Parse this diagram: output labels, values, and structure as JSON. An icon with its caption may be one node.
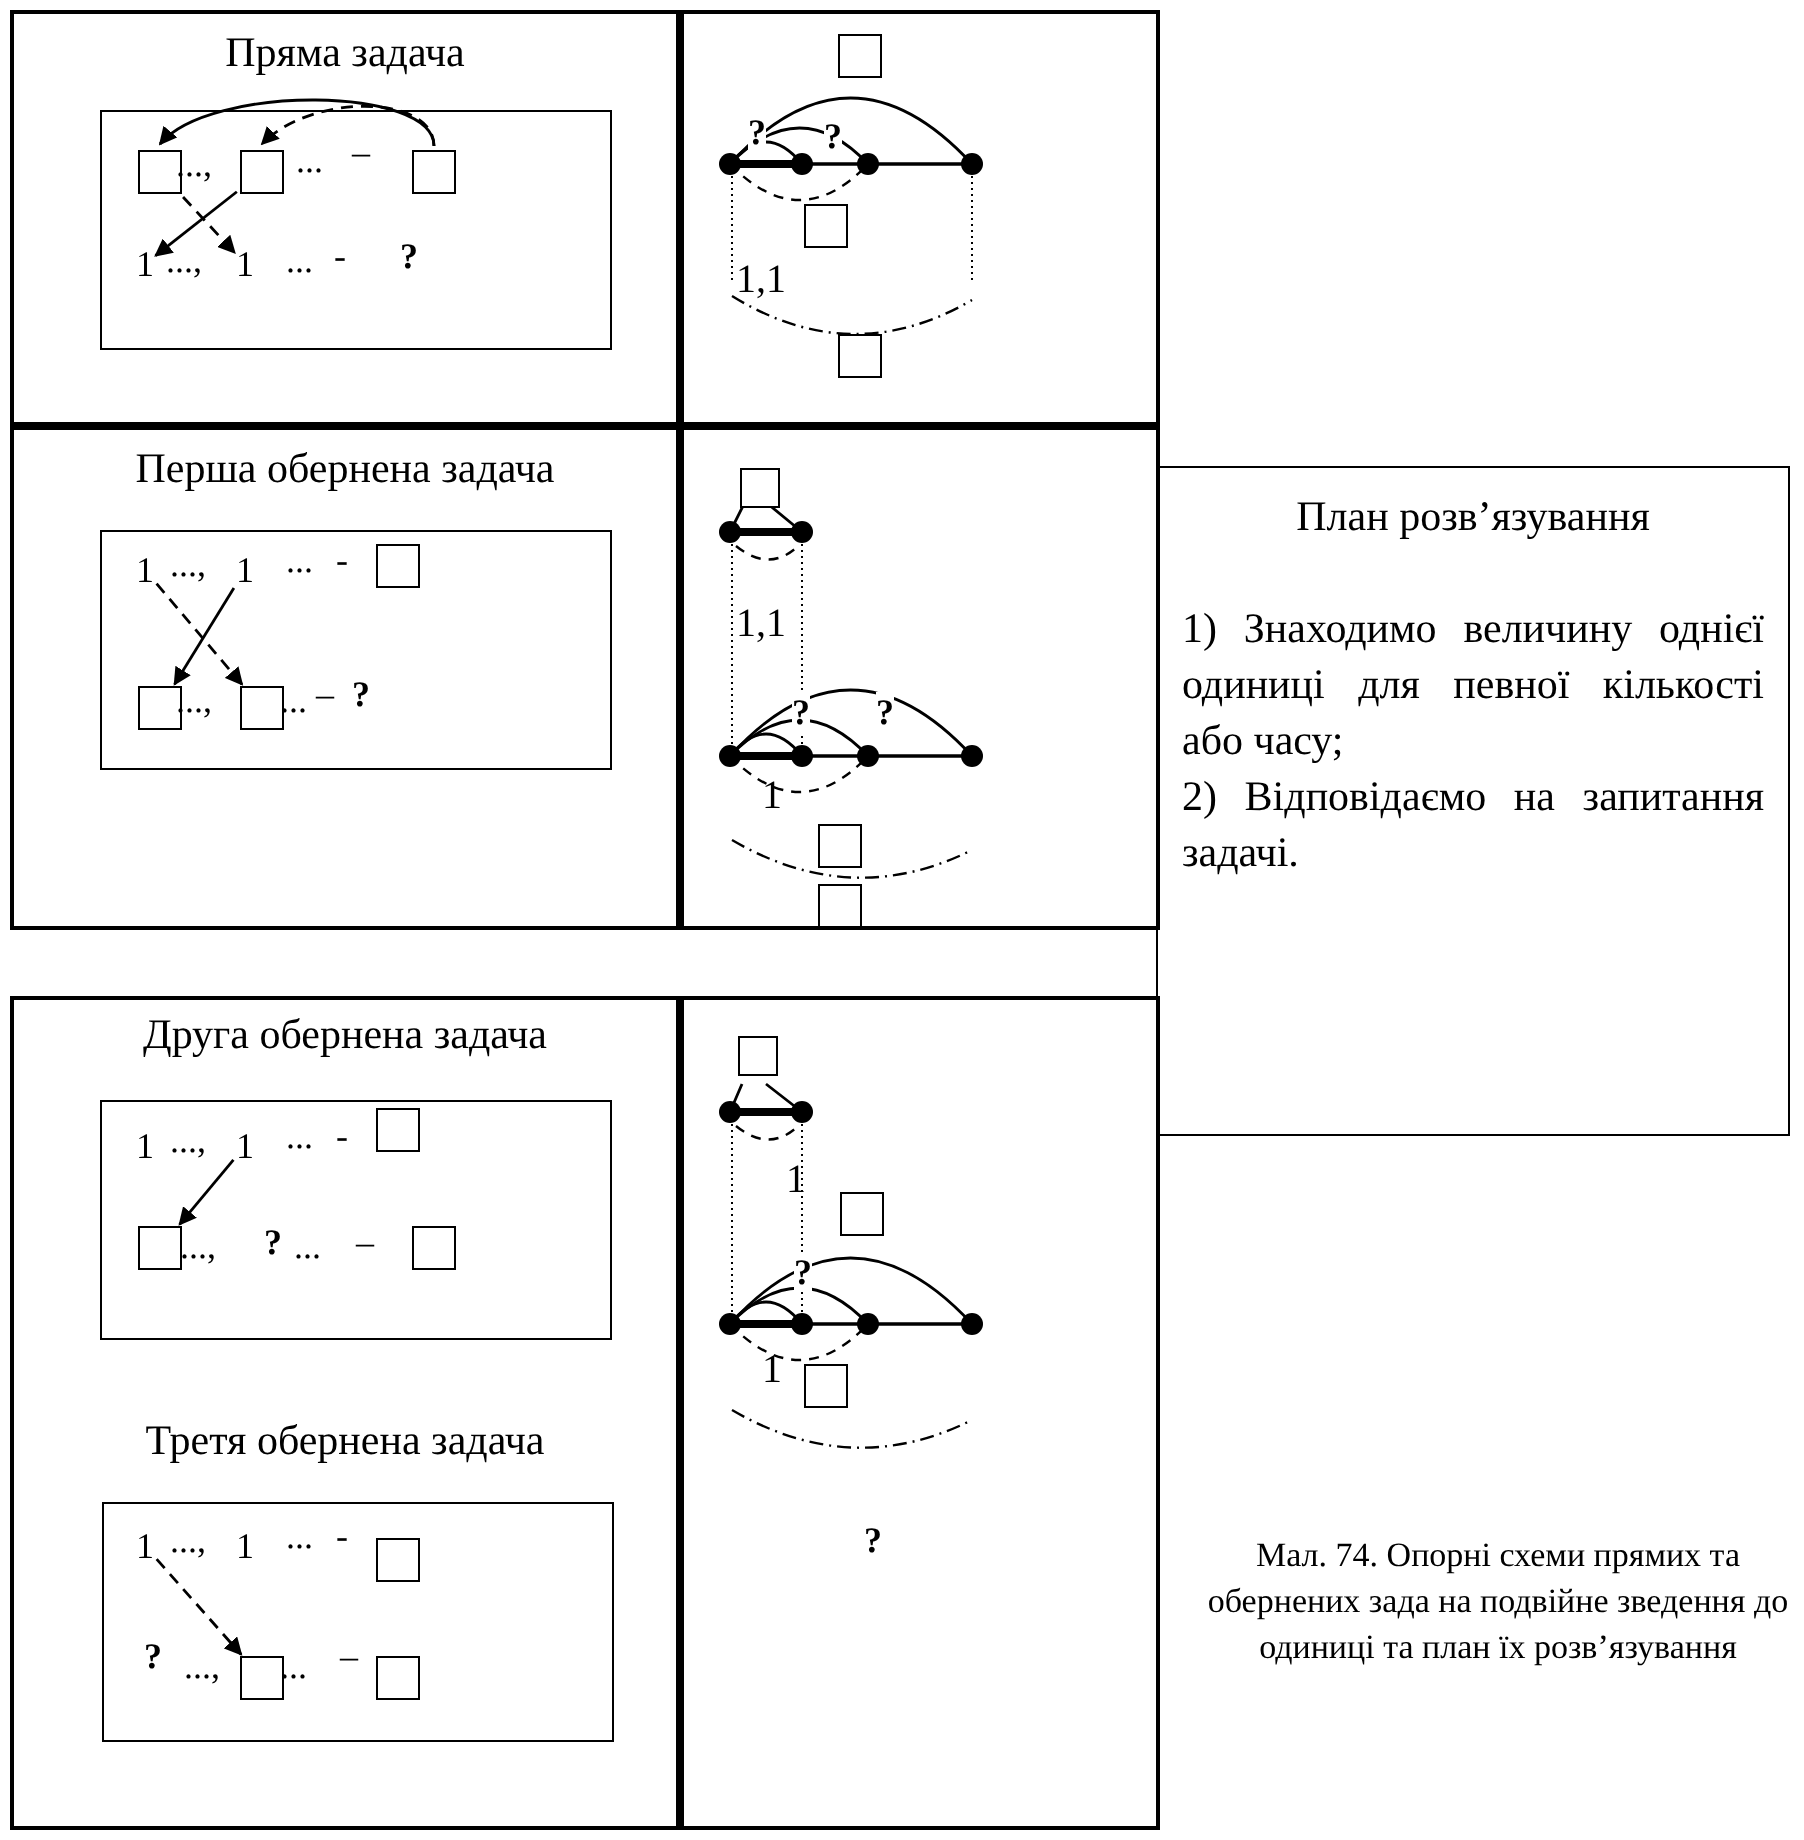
{
  "diagram": {
    "caption": "Мал. 74. Опорні схеми прямих та обернених зада на подвійне зведення до одиниці та план їх розв’язування",
    "nodes": [
      {
        "text": [
          "Пряма задача"
        ]
      },
      {
        "text": [],
        "shape": "box",
        "in": 0
      },
      {
        "text": [],
        "shape": "box",
        "in": 1
      },
      {
        "text": [],
        "shape": "box",
        "in": 1
      },
      {
        "text": [],
        "shape": "box",
        "in": 1
      },
      {
        "text": [
          "1"
        ],
        "in": 1
      },
      {
        "text": [
          "1"
        ],
        "in": 1
      },
      {
        "text": [],
        "shape": "box"
      },
      {
        "text": [],
        "shape": "box",
        "in": 7
      },
      {
        "text": [],
        "shape": "box",
        "in": 7
      },
      {
        "text": [],
        "shape": "box",
        "in": 7
      },
      {
        "text": [
          "Перша обернена задача"
        ]
      },
      {
        "text": [],
        "shape": "box",
        "in": 11
      },
      {
        "text": [
          "1"
        ],
        "in": 12
      },
      {
        "text": [
          "1"
        ],
        "in": 12
      },
      {
        "text": [],
        "shape": "box",
        "in": 12
      },
      {
        "text": [],
        "shape": "box",
        "in": 12
      },
      {
        "text": [],
        "shape": "box",
        "in": 12
      },
      {
        "text": [],
        "shape": "box"
      },
      {
        "text": [],
        "shape": "box",
        "in": 18
      },
      {
        "text": [],
        "shape": "box",
        "in": 18
      },
      {
        "text": [],
        "shape": "box",
        "in": 18
      },
      {
        "text": [
          "План розв’язування",
          "1) Знаходимо величину однієї одиниці для певної кількості або часу;",
          "2) Відповідаємо на запитання задачі."
        ]
      },
      {
        "text": [
          "Друга обернена задача",
          "Третя обернена задача"
        ]
      },
      {
        "text": [],
        "shape": "box",
        "in": 23
      },
      {
        "text": [
          "1"
        ],
        "in": 24
      },
      {
        "text": [
          "1"
        ],
        "in": 24
      },
      {
        "text": [],
        "shape": "box",
        "in": 24
      },
      {
        "text": [],
        "shape": "box",
        "in": 24
      },
      {
        "text": [],
        "shape": "box",
        "in": 24
      },
      {
        "text": [],
        "shape": "box",
        "in": 23
      },
      {
        "text": [
          "1"
        ],
        "in": 30
      },
      {
        "text": [
          "1"
        ],
        "in": 30
      },
      {
        "text": [],
        "shape": "box",
        "in": 30
      },
      {
        "text": [],
        "shape": "box",
        "in": 30
      },
      {
        "text": [],
        "shape": "box",
        "in": 30
      },
      {
        "text": [],
        "shape": "box"
      },
      {
        "text": [],
        "shape": "box",
        "in": 36
      },
      {
        "text": [],
        "shape": "box",
        "in": 36
      },
      {
        "text": [],
        "shape": "box",
        "in": 36
      }
    ],
    "edges": [
      {
        "from": 4,
        "to": 2,
        "arrow": "to"
      },
      {
        "from": 4,
        "to": 3,
        "arrow": "to",
        "style": "dashed"
      },
      {
        "from": 3,
        "to": 5,
        "arrow": "to"
      },
      {
        "from": 2,
        "to": 6,
        "arrow": "to",
        "style": "dashed"
      },
      {
        "from": 14,
        "to": 16,
        "arrow": "to"
      },
      {
        "from": 13,
        "to": 17,
        "arrow": "to",
        "style": "dashed"
      },
      {
        "from": 26,
        "to": 28,
        "arrow": "to"
      },
      {
        "from": 31,
        "to": 34,
        "arrow": "to",
        "style": "dashed"
      }
    ],
    "labels": [
      "...,",
      "...",
      "–",
      "...,",
      "...",
      "-",
      "?",
      "?",
      "?",
      "1,1",
      "...,",
      "...",
      "-",
      "...,",
      "...",
      "–",
      "?",
      "1,1",
      "?",
      "?",
      "1",
      "...,",
      "...",
      "-",
      "...,",
      "?",
      "...",
      "–",
      "...,",
      "...",
      "-",
      "?",
      "...,",
      "...",
      "–",
      "1",
      "?",
      "1",
      "?"
    ]
  }
}
